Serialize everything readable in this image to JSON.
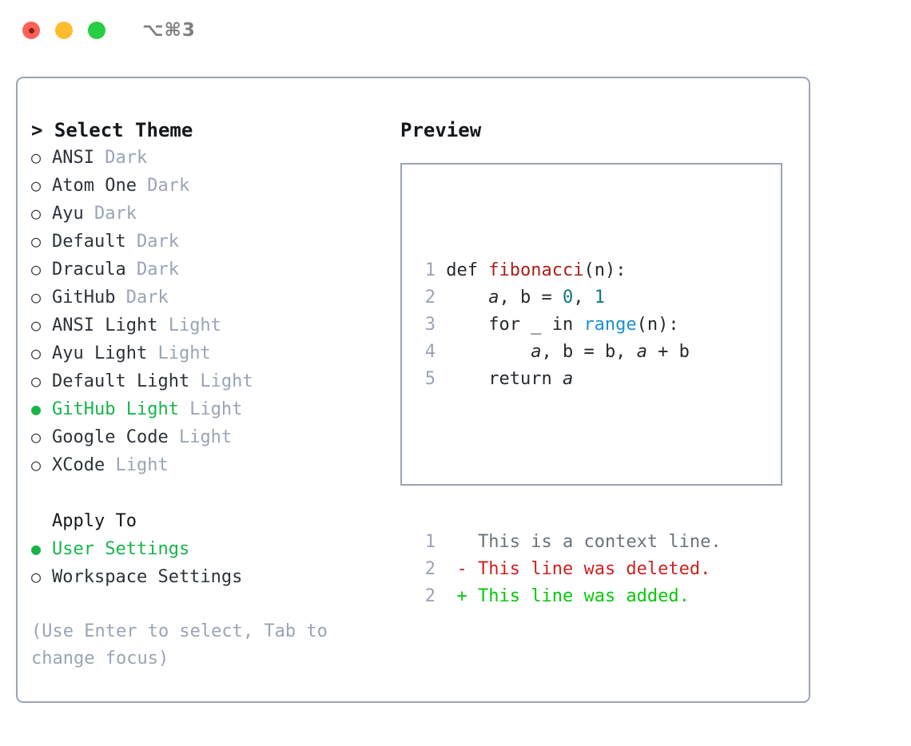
{
  "window": {
    "shortcut": "⌥⌘3",
    "traffic_lights": [
      {
        "name": "close",
        "color": "#ff6058"
      },
      {
        "name": "minimize",
        "color": "#ffbd2e"
      },
      {
        "name": "maximize",
        "color": "#26ce42"
      }
    ]
  },
  "colors": {
    "selected_green": "#17b44a",
    "muted_gray": "#9aa4b4",
    "border": "#9aa4b4",
    "text": "#2d333b",
    "diff_add": "#0ac70a",
    "diff_del": "#cc2222",
    "syntax_function": "#a8201a",
    "syntax_number": "#0b7a7a",
    "syntax_builtin": "#1a8fd1"
  },
  "theme_panel": {
    "title": "> Select Theme",
    "items": [
      {
        "bullet": "○",
        "label": "ANSI",
        "suffix": "Dark",
        "selected": false
      },
      {
        "bullet": "○",
        "label": "Atom One",
        "suffix": "Dark",
        "selected": false
      },
      {
        "bullet": "○",
        "label": "Ayu",
        "suffix": "Dark",
        "selected": false
      },
      {
        "bullet": "○",
        "label": "Default",
        "suffix": "Dark",
        "selected": false
      },
      {
        "bullet": "○",
        "label": "Dracula",
        "suffix": "Dark",
        "selected": false
      },
      {
        "bullet": "○",
        "label": "GitHub",
        "suffix": "Dark",
        "selected": false
      },
      {
        "bullet": "○",
        "label": "ANSI Light",
        "suffix": "Light",
        "selected": false
      },
      {
        "bullet": "○",
        "label": "Ayu Light",
        "suffix": "Light",
        "selected": false
      },
      {
        "bullet": "○",
        "label": "Default Light",
        "suffix": "Light",
        "selected": false
      },
      {
        "bullet": "●",
        "label": "GitHub Light",
        "suffix": "Light",
        "selected": true
      },
      {
        "bullet": "○",
        "label": "Google Code",
        "suffix": "Light",
        "selected": false
      },
      {
        "bullet": "○",
        "label": "XCode",
        "suffix": "Light",
        "selected": false
      }
    ]
  },
  "apply_to": {
    "title": "Apply To",
    "items": [
      {
        "bullet": "●",
        "label": "User Settings",
        "selected": true
      },
      {
        "bullet": "○",
        "label": "Workspace Settings",
        "selected": false
      }
    ]
  },
  "hint": {
    "line1": "(Use Enter to select, Tab to",
    "line2": "change focus)"
  },
  "preview": {
    "title": "Preview",
    "code_lines": [
      {
        "n": "1",
        "tokens": [
          {
            "t": "def ",
            "k": "plain"
          },
          {
            "t": "fibonacci",
            "k": "fn"
          },
          {
            "t": "(n):",
            "k": "plain"
          }
        ]
      },
      {
        "n": "2",
        "tokens": [
          {
            "t": "    ",
            "k": "plain"
          },
          {
            "t": "a",
            "k": "var"
          },
          {
            "t": ", b = ",
            "k": "plain"
          },
          {
            "t": "0",
            "k": "num"
          },
          {
            "t": ", ",
            "k": "plain"
          },
          {
            "t": "1",
            "k": "num"
          }
        ]
      },
      {
        "n": "3",
        "tokens": [
          {
            "t": "    for _ in ",
            "k": "plain"
          },
          {
            "t": "range",
            "k": "builtin"
          },
          {
            "t": "(n):",
            "k": "plain"
          }
        ]
      },
      {
        "n": "4",
        "tokens": [
          {
            "t": "        ",
            "k": "plain"
          },
          {
            "t": "a",
            "k": "var"
          },
          {
            "t": ", b = b, ",
            "k": "plain"
          },
          {
            "t": "a",
            "k": "var"
          },
          {
            "t": " + b",
            "k": "plain"
          }
        ]
      },
      {
        "n": "5",
        "tokens": [
          {
            "t": "    return ",
            "k": "plain"
          },
          {
            "t": "a",
            "k": "var"
          }
        ]
      }
    ],
    "diff_lines": [
      {
        "n": "1",
        "marker": "  ",
        "text": "This is a context line.",
        "kind": "diff-ctx"
      },
      {
        "n": "2",
        "marker": "- ",
        "text": "This line was deleted.",
        "kind": "diff-del"
      },
      {
        "n": "2",
        "marker": "+ ",
        "text": "This line was added.",
        "kind": "diff-add"
      }
    ]
  }
}
